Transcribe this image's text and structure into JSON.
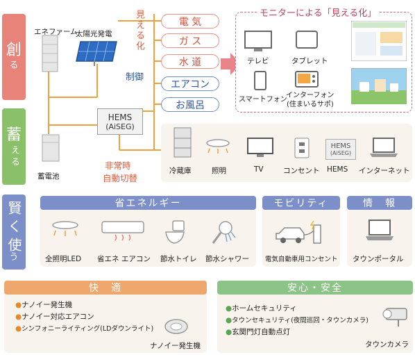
{
  "side_labels": {
    "create": {
      "big": "創",
      "small": "る"
    },
    "store": {
      "big": "蓄",
      "small": "え る"
    },
    "use": {
      "big": "賢 く 使",
      "small": "う"
    }
  },
  "devices": {
    "enefarm": "エネファーム",
    "solar": "太陽光発電",
    "battery": "蓄電池",
    "hems_line1": "HEMS",
    "hems_line2": "(AiSEG)"
  },
  "labels": {
    "visualize_vertical": "見える化",
    "control": "制御",
    "emergency_line1": "非常時",
    "emergency_line2": "自動切替"
  },
  "visualize_items": [
    "電 気",
    "ガ ス",
    "水 道"
  ],
  "control_items": [
    "エアコン",
    "お風呂"
  ],
  "monitor": {
    "title": "モニターによる「見える化」",
    "devices": [
      "テレビ",
      "タブレット",
      "スマートフォン",
      "インターフォン",
      "(住まいるサポ)"
    ]
  },
  "appliances": [
    "冷蔵庫",
    "照明",
    "TV",
    "コンセント",
    "HEMS",
    "インターネット"
  ],
  "appliance_hems_icon": {
    "line1": "HEMS",
    "line2": "(AiSEG)"
  },
  "energy_saving": {
    "header": "省エネルギー",
    "items": [
      "全照明LED",
      "省エネ エアコン",
      "節水トイレ",
      "節水シャワー"
    ]
  },
  "mobility": {
    "header": "モビリティ",
    "items": [
      "電気自動車用コンセント"
    ]
  },
  "info": {
    "header": "情　報",
    "items": [
      "タウンポータル"
    ]
  },
  "comfort": {
    "header": "快　適",
    "bullets": [
      "ナノイー発生機",
      "ナノイー対応エアコン",
      "シンフォニーライティング(LDダウンライト)"
    ],
    "icon_label": "ナノイー発生機"
  },
  "safety": {
    "header": "安心・安全",
    "bullets": [
      "ホームセキュリティ",
      "タウンセキュリティ(夜間巡回・タウンカメラ)",
      "玄関門灯自動点灯"
    ],
    "icon_label": "タウンカメラ"
  },
  "colors": {
    "create": "#e8837a",
    "store": "#8bc06a",
    "use": "#7c8fc8",
    "connector": "#f0a03c",
    "comfort": "#eea76c",
    "safety": "#8cc487"
  }
}
